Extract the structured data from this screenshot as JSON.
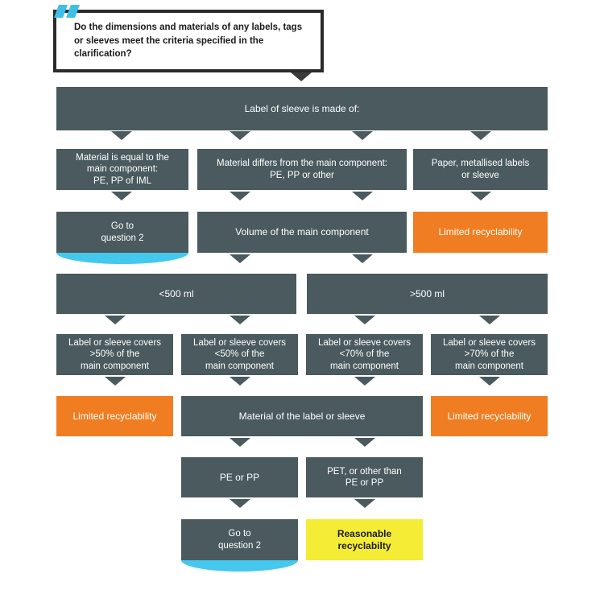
{
  "diagram": {
    "title": "Label and sleeve recyclability decision flowchart",
    "colors": {
      "slate": "#4a5a5e",
      "orange": "#f07d22",
      "yellow": "#f5ec36",
      "cyan": "#45c8ee",
      "mark_blue": "#3fbfe8",
      "card_border": "#2b2b2b",
      "background": "#ffffff"
    },
    "question": {
      "text": "Do the dimensions and materials of any labels, tags or sleeves meet the criteria specified in the clarification?",
      "mark": "double-slash-mark"
    },
    "nodes": {
      "label_made_of": "Label of sleeve is made of:",
      "material_equal": "Material is equal to the\nmain component:\nPE, PP of IML",
      "material_differs": "Material differs from the main component:\nPE, PP or other",
      "paper_metallised": "Paper, metallised labels\nor sleeve",
      "goto_q2_left": "Go to\nquestion 2",
      "volume_main": "Volume of the main component",
      "limited_right_top": "Limited recyclability",
      "vol_under_500": "<500 ml",
      "vol_over_500": ">500 ml",
      "covers_over_50": "Label or sleeve covers\n>50% of the\nmain component",
      "covers_under_50": "Label or sleeve covers\n<50% of the\nmain component",
      "covers_under_70": "Label or sleeve covers\n<70% of the\nmain component",
      "covers_over_70": "Label or sleeve covers\n>70% of the\nmain component",
      "limited_left": "Limited recyclability",
      "material_label_sleeve": "Material of the label or sleeve",
      "limited_right": "Limited recyclability",
      "pe_or_pp": "PE or PP",
      "pet_or_other": "PET, or other than\nPE or PP",
      "goto_q2_bottom": "Go to\nquestion 2",
      "reasonable": "Reasonable\nrecyclabilty"
    }
  }
}
